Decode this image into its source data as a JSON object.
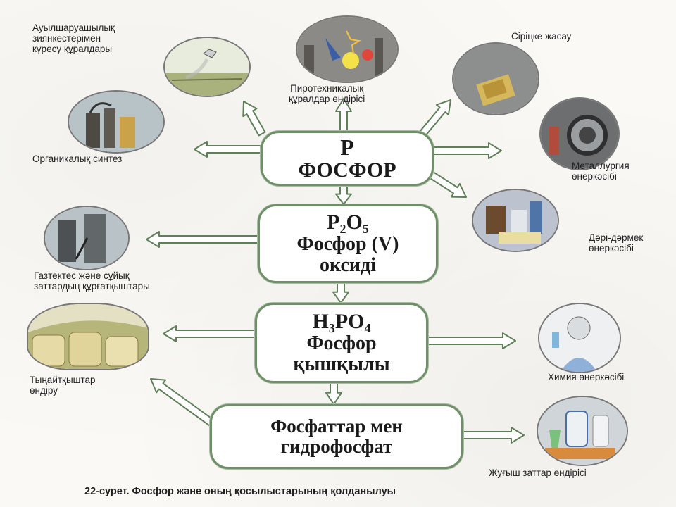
{
  "nodes": {
    "phosphorus": {
      "formula": "P",
      "name": "ФОСФОР"
    },
    "oxide": {
      "formula": "P₂O₅",
      "name_line1": "Фосфор (V)",
      "name_line2": "оксиді"
    },
    "acid": {
      "formula": "H₃PO₄",
      "name_line1": "Фосфор",
      "name_line2": "қышқылы"
    },
    "phosphates": {
      "line1": "Фосфаттар мен",
      "line2": "гидрофосфат"
    }
  },
  "applications": {
    "pest_control": [
      "Ауылшаруашылық",
      "зиянкестерімен",
      "күресу құралдары"
    ],
    "pyrotechnics": [
      "Пиротехникалық",
      "құралдар өндірісі"
    ],
    "matches": [
      "Сіріңке жасау"
    ],
    "organic_synthesis": [
      "Органикалық синтез"
    ],
    "metallurgy": [
      "Металлургия",
      "өнеркәсібі"
    ],
    "pharmaceutical": [
      "Дәрі-дәрмек",
      "өнеркәсібі"
    ],
    "gas_dryers": [
      "Газтектес және сұйық",
      "заттардың құрғатқыштары"
    ],
    "fertilizers": [
      "Тыңайтқыштар",
      "өндіру"
    ],
    "chemical_industry": [
      "Химия өнеркәсібі"
    ],
    "detergents": [
      "Жуғыш заттар өндірісі"
    ]
  },
  "caption": "22-сурет. Фосфор және оның қосылыстарының қолданылуы",
  "colors": {
    "arrow_fill": "#ffffff",
    "arrow_stroke": "#5f7f59",
    "box_border": "#6f8f69"
  }
}
